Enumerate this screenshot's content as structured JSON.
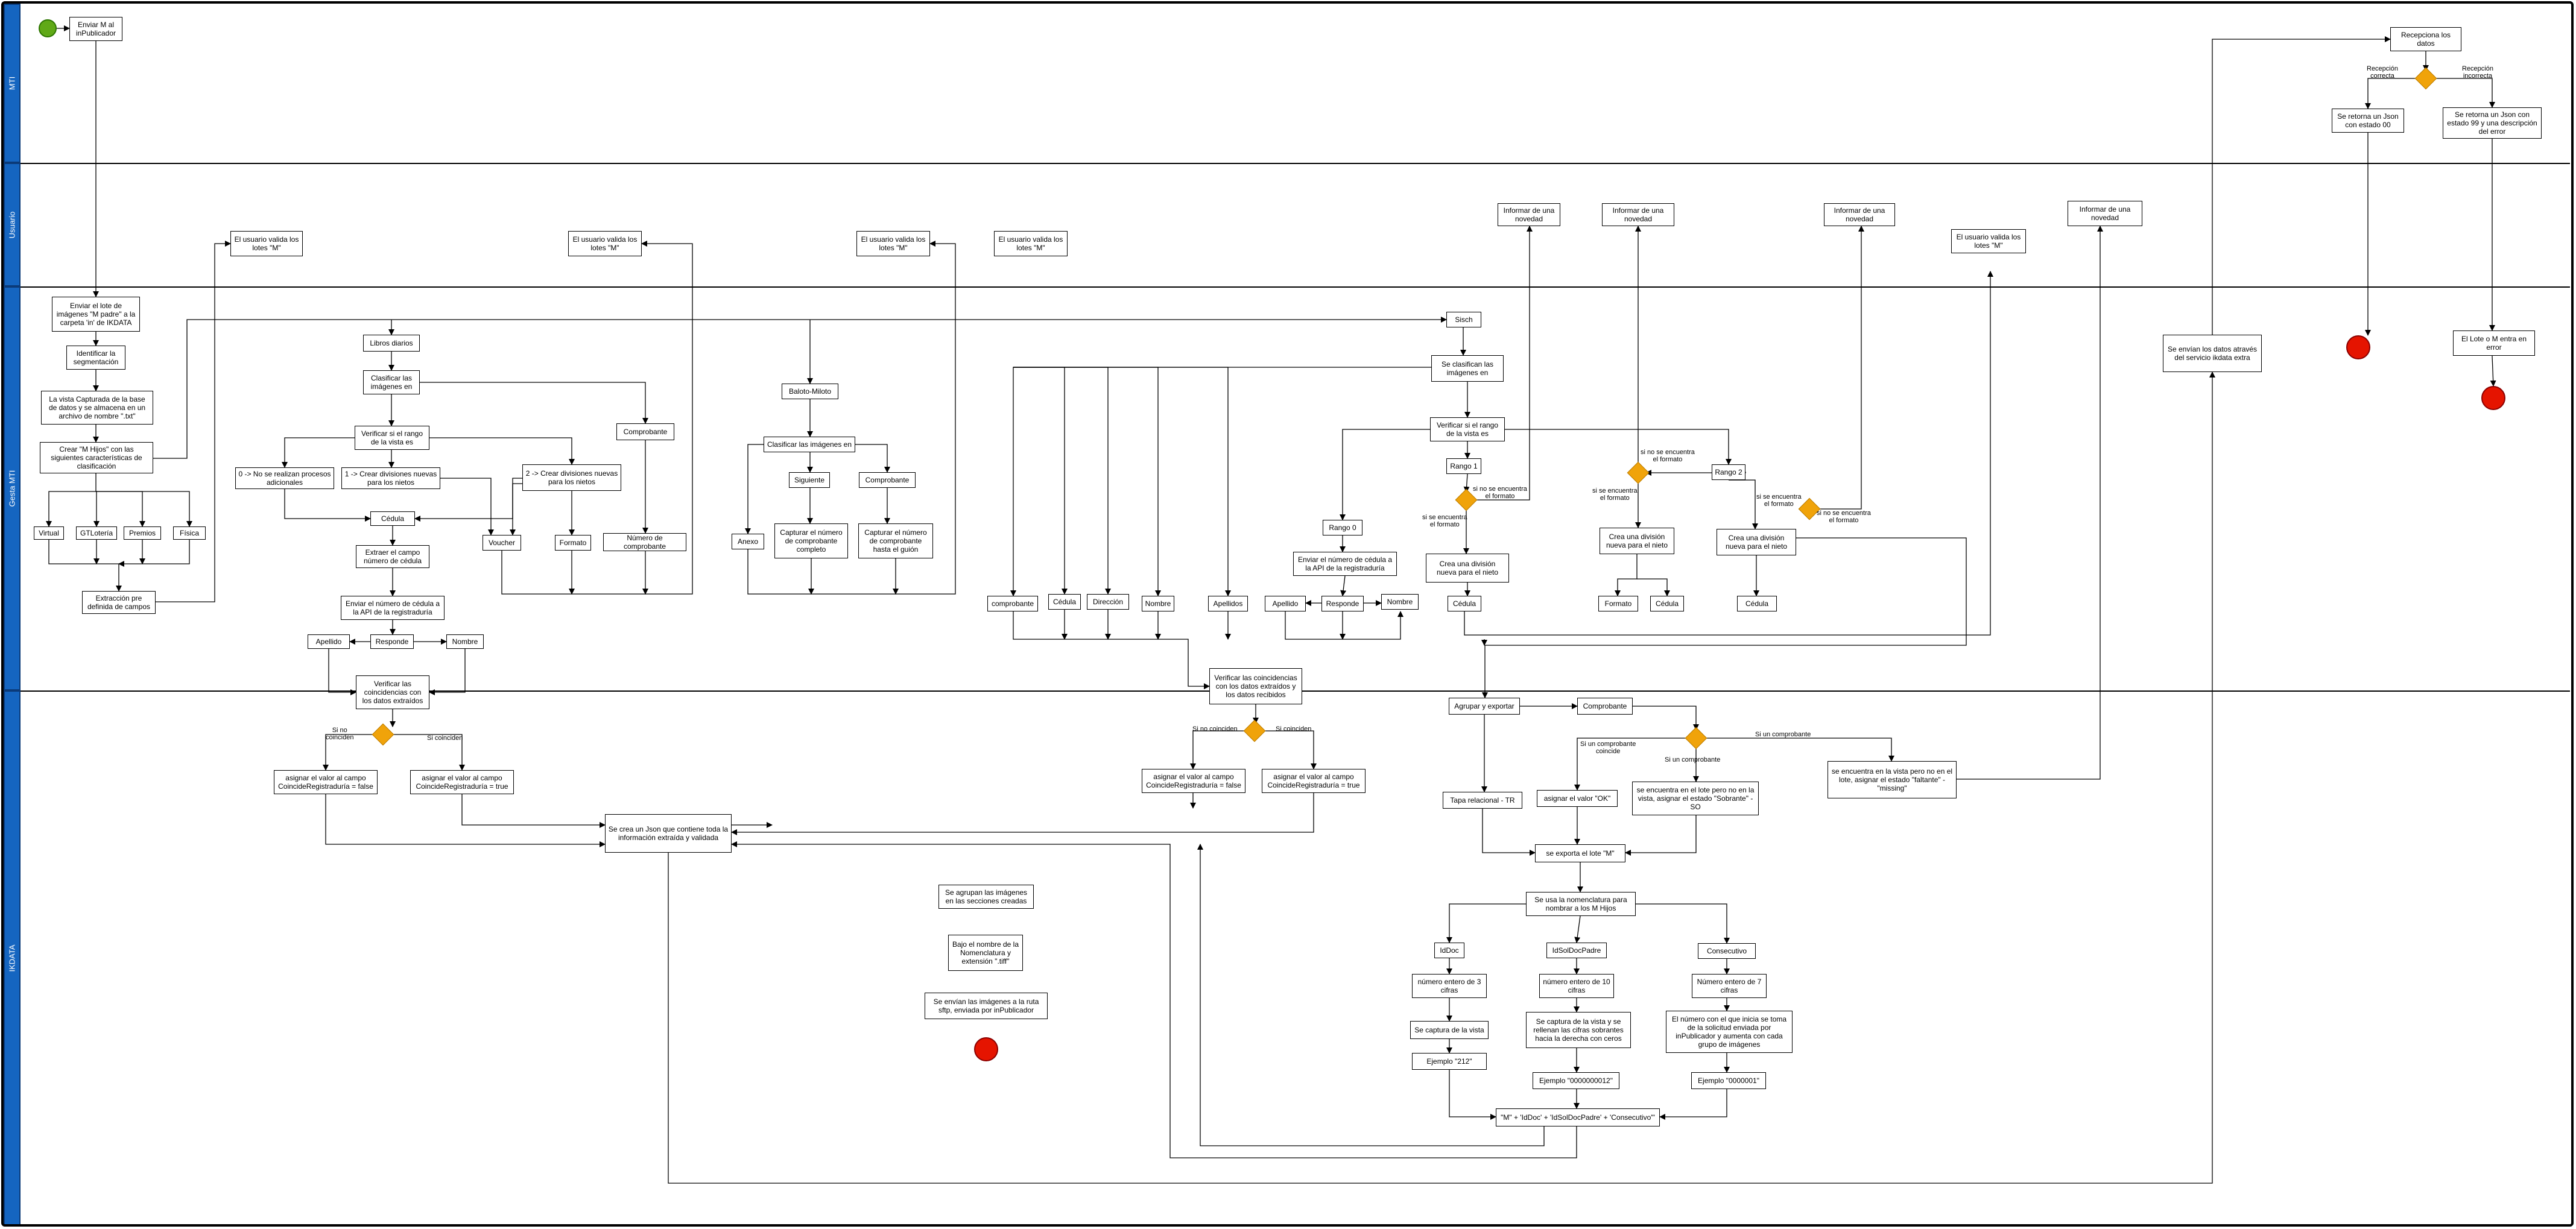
{
  "lanes": [
    {
      "id": "mti",
      "label": "MTI"
    },
    {
      "id": "usuario",
      "label": "Usuario"
    },
    {
      "id": "gestion",
      "label": "Gesta MTI"
    },
    {
      "id": "ikdata",
      "label": "IKDATA"
    }
  ],
  "nodes": [
    {
      "id": "n1",
      "text": "Enviar M al inPublicador"
    },
    {
      "id": "n2",
      "text": "Enviar el lote de imágenes \"M padre\" a la carpeta 'in' de IKDATA"
    },
    {
      "id": "n3",
      "text": "Identificar la segmentación"
    },
    {
      "id": "n4",
      "text": "La vista Capturada de la base de datos y se almacena en un archivo de nombre \".txt\""
    },
    {
      "id": "n5",
      "text": "Crear \"M Hijos\" con las siguientes características de clasificación"
    },
    {
      "id": "n6",
      "text": "Virtual"
    },
    {
      "id": "n7",
      "text": "GTLotería"
    },
    {
      "id": "n8",
      "text": "Premios"
    },
    {
      "id": "n9",
      "text": "Física"
    },
    {
      "id": "n10",
      "text": "Extracción pre definida de campos"
    },
    {
      "id": "n11",
      "text": "El usuario valida los lotes \"M\""
    },
    {
      "id": "n12",
      "text": "Libros diarios"
    },
    {
      "id": "n13",
      "text": "Clasificar las imágenes en"
    },
    {
      "id": "n14",
      "text": "Verificar si el rango de la vista es"
    },
    {
      "id": "n15",
      "text": "0 -> No se realizan procesos adicionales"
    },
    {
      "id": "n16",
      "text": "1 -> Crear divisiones nuevas para los nietos"
    },
    {
      "id": "n17",
      "text": "2 -> Crear divisiones nuevas para los nietos"
    },
    {
      "id": "n18",
      "text": "Cédula"
    },
    {
      "id": "n19",
      "text": "Extraer el campo número de cédula"
    },
    {
      "id": "n20",
      "text": "Enviar el número de cédula a la API de la registraduría"
    },
    {
      "id": "n21",
      "text": "Apellido"
    },
    {
      "id": "n22",
      "text": "Responde"
    },
    {
      "id": "n23",
      "text": "Nombre"
    },
    {
      "id": "n24",
      "text": "Verificar las coincidencias con los datos extraídos"
    },
    {
      "id": "n25",
      "text": "asignar el valor al campo CoincideRegistraduría = false"
    },
    {
      "id": "n26",
      "text": "asignar el valor al campo CoincideRegistraduría = true"
    },
    {
      "id": "n27",
      "text": "El usuario valida los lotes \"M\""
    },
    {
      "id": "n28",
      "text": "Comprobante"
    },
    {
      "id": "n29",
      "text": "Voucher"
    },
    {
      "id": "n30",
      "text": "Formato"
    },
    {
      "id": "n31",
      "text": "Número de comprobante"
    },
    {
      "id": "n32",
      "text": "Se crea un Json que contiene toda la información extraída y validada"
    },
    {
      "id": "n33",
      "text": "Baloto-Miloto"
    },
    {
      "id": "n34",
      "text": "Clasificar las imágenes en"
    },
    {
      "id": "n35",
      "text": "Siguiente"
    },
    {
      "id": "n36",
      "text": "Comprobante"
    },
    {
      "id": "n37",
      "text": "Anexo"
    },
    {
      "id": "n38",
      "text": "Capturar el número de comprobante completo"
    },
    {
      "id": "n39",
      "text": "Capturar el número de comprobante hasta el guión"
    },
    {
      "id": "n40",
      "text": "El usuario valida los lotes \"M\""
    },
    {
      "id": "n41",
      "text": "El usuario valida los lotes \"M\""
    },
    {
      "id": "n42",
      "text": "Se agrupan las imágenes en las secciones creadas"
    },
    {
      "id": "n43",
      "text": "Bajo el nombre de la Nomenclatura y extensión \".tiff\""
    },
    {
      "id": "n44",
      "text": "Se envían las imágenes a la ruta sftp, enviada por inPublicador"
    },
    {
      "id": "n45",
      "text": "comprobante"
    },
    {
      "id": "n46",
      "text": "Cédula"
    },
    {
      "id": "n47",
      "text": "Dirección"
    },
    {
      "id": "n48",
      "text": "Nombre"
    },
    {
      "id": "n49",
      "text": "Apellidos"
    },
    {
      "id": "n50",
      "text": "Verificar las coincidencias con los datos extraídos y los datos recibidos"
    },
    {
      "id": "n51",
      "text": "asignar el valor al campo CoincideRegistraduría = false"
    },
    {
      "id": "n52",
      "text": "asignar el valor al campo CoincideRegistraduría = true"
    },
    {
      "id": "n53",
      "text": "Sisch"
    },
    {
      "id": "n54",
      "text": "Se clasifican las imágenes en"
    },
    {
      "id": "n55",
      "text": "Verificar si el rango de la vista es"
    },
    {
      "id": "n56",
      "text": "Rango 1"
    },
    {
      "id": "n57",
      "text": "Rango 0"
    },
    {
      "id": "n58",
      "text": "Enviar el número de cédula a la API de la registraduría"
    },
    {
      "id": "n59",
      "text": "Apellido"
    },
    {
      "id": "n60",
      "text": "Responde"
    },
    {
      "id": "n61",
      "text": "Nombre"
    },
    {
      "id": "n62",
      "text": "Crea una división nueva para el nieto"
    },
    {
      "id": "n63",
      "text": "Cédula"
    },
    {
      "id": "n64",
      "text": "Informar de una novedad"
    },
    {
      "id": "n65",
      "text": "Informar de una novedad"
    },
    {
      "id": "n66",
      "text": "Crea una división nueva para el nieto"
    },
    {
      "id": "n67",
      "text": "Formato"
    },
    {
      "id": "n68",
      "text": "Cédula"
    },
    {
      "id": "n69",
      "text": "Rango 2"
    },
    {
      "id": "n70",
      "text": "Informar de una novedad"
    },
    {
      "id": "n71",
      "text": "Crea una división nueva para el nieto"
    },
    {
      "id": "n72",
      "text": "Cédula"
    },
    {
      "id": "n73",
      "text": "El usuario valida los lotes \"M\""
    },
    {
      "id": "n74",
      "text": "Informar de una novedad"
    },
    {
      "id": "n75",
      "text": "Agrupar y exportar"
    },
    {
      "id": "n76",
      "text": "Comprobante"
    },
    {
      "id": "n77",
      "text": "Tapa relacional - TR"
    },
    {
      "id": "n78",
      "text": "asignar el valor \"OK\""
    },
    {
      "id": "n79",
      "text": "se encuentra en el lote pero no en la vista, asignar el estado \"Sobrante\" - SO"
    },
    {
      "id": "n80",
      "text": "se encuentra en la vista pero no en el lote, asignar el estado \"faltante\" - \"missing\""
    },
    {
      "id": "n81",
      "text": "se exporta el lote \"M\""
    },
    {
      "id": "n82",
      "text": "Se usa la nomenclatura para nombrar a los M Hijos"
    },
    {
      "id": "n83",
      "text": "IdDoc"
    },
    {
      "id": "n84",
      "text": "IdSolDocPadre"
    },
    {
      "id": "n85",
      "text": "Consecutivo"
    },
    {
      "id": "n86",
      "text": "número entero de 3 cifras"
    },
    {
      "id": "n87",
      "text": "número entero de 10 cifras"
    },
    {
      "id": "n88",
      "text": "Número entero de 7 cifras"
    },
    {
      "id": "n89",
      "text": "Se captura de la vista"
    },
    {
      "id": "n90",
      "text": "Se captura de la vista y se rellenan las cifras sobrantes hacia la derecha con ceros"
    },
    {
      "id": "n91",
      "text": "El número con el que inicia se toma de la solicitud enviada por inPublicador y aumenta con cada grupo de imágenes"
    },
    {
      "id": "n92",
      "text": "Ejemplo \"212\""
    },
    {
      "id": "n93",
      "text": "Ejemplo \"0000000012\""
    },
    {
      "id": "n94",
      "text": "Ejemplo \"0000001\""
    },
    {
      "id": "n95",
      "text": "\"M\" + 'IdDoc' + 'IdSolDocPadre' + 'Consecutivo'\""
    },
    {
      "id": "n96",
      "text": "Se envían los datos através del servicio ikdata extra"
    },
    {
      "id": "n97",
      "text": "Recepciona los datos"
    },
    {
      "id": "n98",
      "text": "Se retorna un Json con estado 00"
    },
    {
      "id": "n99",
      "text": "Se retorna un Json con estado 99 y una descripción del error"
    },
    {
      "id": "n100",
      "text": "El Lote o M entra en error"
    }
  ],
  "edge_labels": [
    {
      "id": "e1",
      "text": "Si no\ncoinciden"
    },
    {
      "id": "e2",
      "text": "Si coinciden"
    },
    {
      "id": "e3",
      "text": "Si no coinciden"
    },
    {
      "id": "e4",
      "text": "Si coinciden"
    },
    {
      "id": "e5",
      "text": "si no se encuentra\nel formato"
    },
    {
      "id": "e6",
      "text": "si se encuentra\nel formato"
    },
    {
      "id": "e7",
      "text": "si no se encuentra\nel formato"
    },
    {
      "id": "e8",
      "text": "si se encuentra\nel formato"
    },
    {
      "id": "e9",
      "text": "si se encuentra\nel formato"
    },
    {
      "id": "e10",
      "text": "si no se encuentra\nel formato"
    },
    {
      "id": "e11",
      "text": "Si un comprobante\ncoincide"
    },
    {
      "id": "e12",
      "text": "Si un comprobante"
    },
    {
      "id": "e13",
      "text": "Si un comprobante"
    },
    {
      "id": "e14",
      "text": "Recepción\ncorrecta"
    },
    {
      "id": "e15",
      "text": "Recepción\nincorrecta"
    }
  ],
  "colors": {
    "lane": "#1565c0",
    "gateway": "#f0a30a",
    "start": "#60a917",
    "end": "#e51400"
  }
}
